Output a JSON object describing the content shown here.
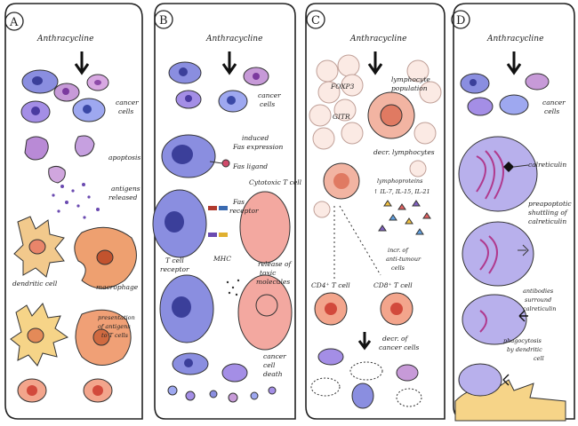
{
  "panels": [
    {
      "letter": "A",
      "title": "Anthracycline",
      "labels": {
        "cancer_cells": [
          "cancer",
          "cells"
        ],
        "apoptosis": "apoptosis",
        "antigens": [
          "antigens",
          "released"
        ],
        "dendritic": "dendritic cell",
        "macrophage": "macrophage",
        "presentation": [
          "presentation",
          "of antigens",
          "to T cells"
        ]
      }
    },
    {
      "letter": "B",
      "title": "Anthracycline",
      "labels": {
        "cancer_cells": [
          "cancer",
          "cells"
        ],
        "induced": [
          "induced",
          "Fas expression"
        ],
        "fas_ligand": "Fas ligand",
        "cytotoxic": "Cytotoxic T cell",
        "fas_receptor": [
          "Fas",
          "receptor"
        ],
        "tcell_receptor": [
          "T cell",
          "receptor"
        ],
        "mhc": "MHC",
        "release": [
          "release of",
          "toxic",
          "molecules"
        ],
        "death": [
          "cancer",
          "cell",
          "death"
        ]
      }
    },
    {
      "letter": "C",
      "title": "Anthracycline",
      "labels": {
        "foxp3": "FOXP3",
        "gitr": "GITR",
        "lymph_pop": [
          "lymphocyte",
          "population"
        ],
        "decr_lymph": "decr. lymphocytes",
        "lymphoprotein": "lymphoproteins",
        "il": "↑ IL-7, IL-15, IL-21",
        "incr_anti": [
          "incr. of",
          "anti-tumour",
          "cells"
        ],
        "cd4": "CD4⁺ T cell",
        "cd8": "CD8⁺ T cell",
        "decr_cancer": [
          "decr. of",
          "cancer cells"
        ]
      }
    },
    {
      "letter": "D",
      "title": "Anthracycline",
      "labels": {
        "cancer_cells": [
          "cancer",
          "cells"
        ],
        "calreticulin": "calreticulin",
        "preapoptotic": [
          "preapoptotic",
          "shuttling of",
          "calreticulin"
        ],
        "antibodies": [
          "antibodies",
          "surround",
          "calreticulin"
        ],
        "phagocytosis": [
          "phagocytosis",
          "by dendritic",
          "cell"
        ]
      }
    }
  ]
}
